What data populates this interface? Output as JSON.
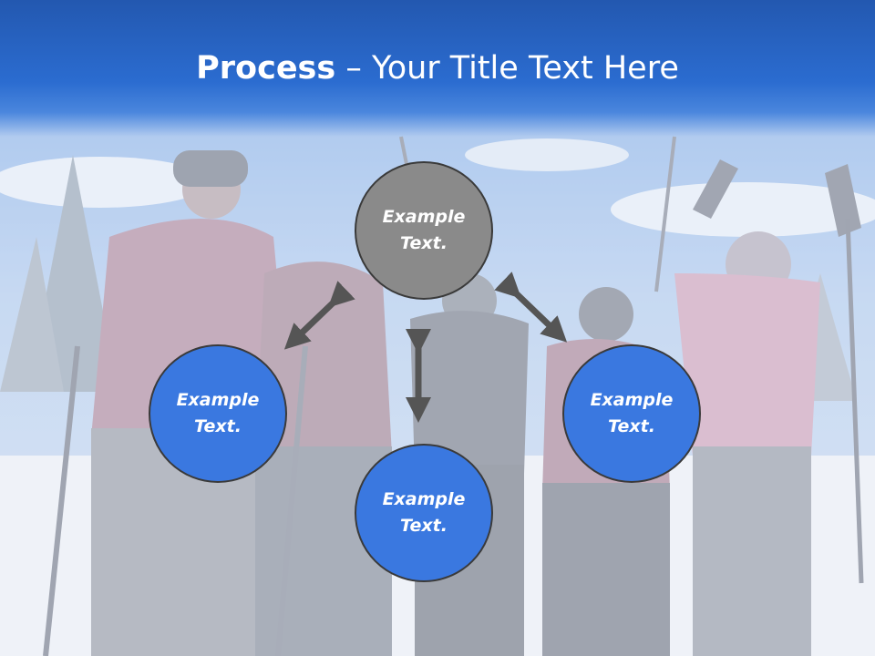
{
  "title": {
    "bold": "Process",
    "rest": " – Your Title Text Here"
  },
  "colors": {
    "header_blue": "#2b6cd0",
    "center_node": "#8a8a8a",
    "outer_node": "#3a78e0",
    "arrow": "#555555"
  },
  "nodes": {
    "center": "Example Text.",
    "left": "Example Text.",
    "bottom": "Example Text.",
    "right": "Example Text."
  }
}
